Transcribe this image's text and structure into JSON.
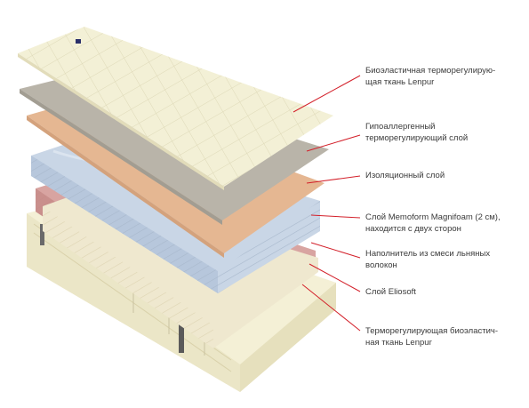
{
  "diagram": {
    "leader_color": "#d3202a",
    "labels": [
      {
        "line1": "Биоэластичная терморегулирую-",
        "line2": "щая ткань Lenpur"
      },
      {
        "line1": "Гипоаллергенный",
        "line2": "терморегулирующий слой"
      },
      {
        "line1": "Изоляционный слой",
        "line2": ""
      },
      {
        "line1": "Слой Memoform Magnifoam (2 см),",
        "line2": "находится с двух сторон"
      },
      {
        "line1": "Наполнитель из смеси льняных",
        "line2": "волокон"
      },
      {
        "line1": "Слой Eliosoft",
        "line2": ""
      },
      {
        "line1": "Терморегулирующая биоэластич-",
        "line2": "ная ткань Lenpur"
      }
    ],
    "layer_colors": {
      "top_fabric": "#f3f0d6",
      "hypoallergenic": "#b9b4a9",
      "insulation": "#e5b792",
      "memoform": "#c9d6e6",
      "flax": "#efe8cf",
      "eliosoft": "#d8a4a1",
      "bottom_fabric": "#f4f0d6"
    }
  }
}
